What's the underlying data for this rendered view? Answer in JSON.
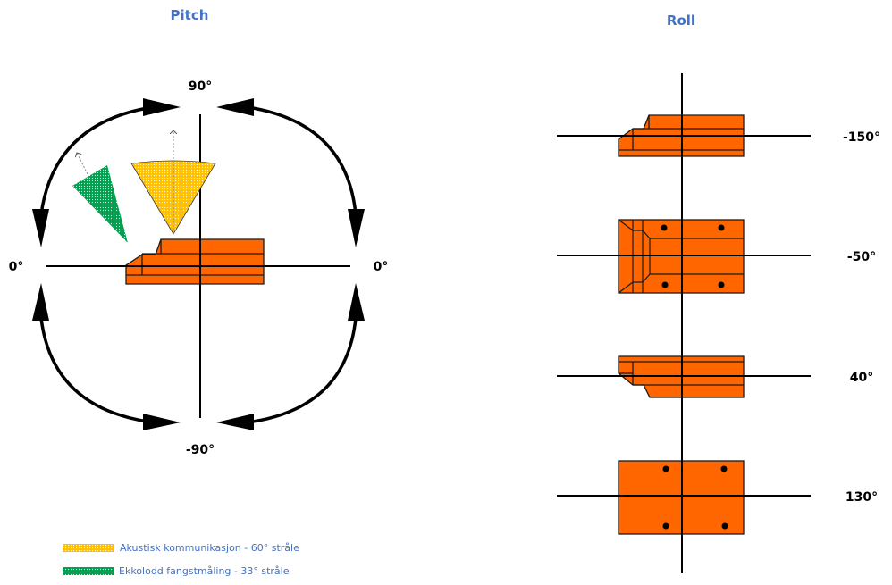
{
  "pitch": {
    "title": "Pitch",
    "labels": {
      "top": "90°",
      "bottom": "-90°",
      "left": "0°",
      "right": "0°"
    }
  },
  "roll": {
    "title": "Roll",
    "positions": [
      {
        "label": "-150°",
        "view": "side-up"
      },
      {
        "label": "-50°",
        "view": "top-with-dots"
      },
      {
        "label": "40°",
        "view": "side-down"
      },
      {
        "label": "130°",
        "view": "bottom-with-dots"
      }
    ]
  },
  "legend": [
    {
      "label": "Akustisk kommunikasjon - 60° stråle",
      "color": "#FFC000",
      "beam_angle_deg": 60
    },
    {
      "label": "Ekkolodd fangstmåling - 33° stråle",
      "color": "#00A050",
      "beam_angle_deg": 33
    }
  ],
  "colors": {
    "device": "#FF6600",
    "title": "#4472C4"
  }
}
